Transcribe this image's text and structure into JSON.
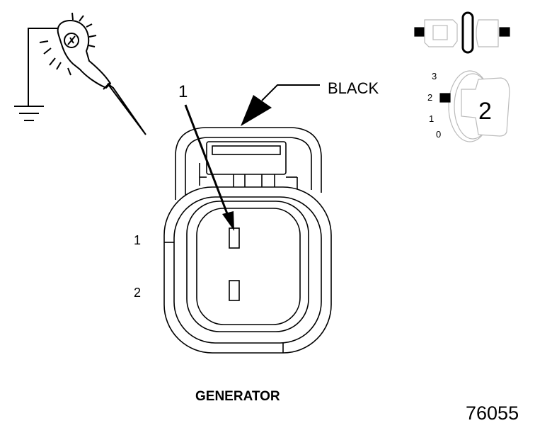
{
  "callout_number": "1",
  "wire_color_label": "BLACK",
  "pins": {
    "pin1": "1",
    "pin2": "2"
  },
  "component_title": "GENERATOR",
  "figure_number": "76055",
  "key_switch": {
    "positions": [
      "3",
      "2",
      "1",
      "0"
    ],
    "selected_position": "2"
  },
  "icons": [
    "test-lamp-probe-icon",
    "ground-symbol-icon",
    "connector-disconnected-icon",
    "ignition-key-position-icon"
  ]
}
